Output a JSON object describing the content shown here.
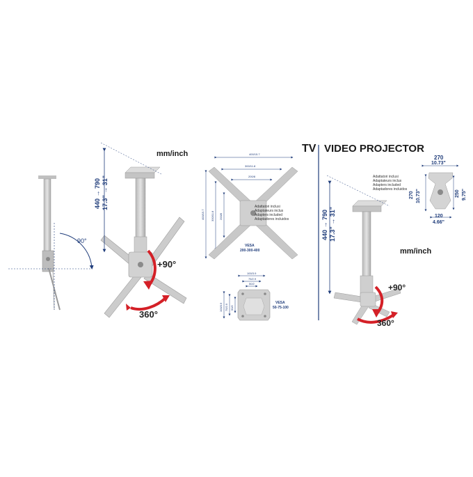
{
  "units": {
    "left": "mm/inch",
    "right": "mm/inch"
  },
  "sections": {
    "tv": "TV",
    "projector": "VIDEO PROJECTOR"
  },
  "tilt_label": "90°",
  "tv_mount": {
    "height_mm": "440 → 790",
    "height_in": "17.3\" → 31\"",
    "tilt": "+90°",
    "rotation": "360°"
  },
  "tv_plate": {
    "dim_top1": "400/15.7",
    "dim_top2": "300/11.8",
    "dim_top3": "200/8",
    "dim_side1": "400/15.7",
    "dim_side2": "300/11.8",
    "dim_side3": "200/8",
    "adapters": [
      "Adattatori inclusi",
      "Adaptateurs inclus",
      "Adapters included",
      "Adaptadores incluidos"
    ],
    "vesa_title": "VESA",
    "vesa_values": "200-300-400"
  },
  "small_plate": {
    "dim_top1": "100/3.9",
    "dim_top2": "75/2.9",
    "dim_top3": "50/2",
    "dim_side1": "100/3.9",
    "dim_side2": "75/2.9",
    "dim_side3": "50/2",
    "vesa_title": "VESA",
    "vesa_values": "50-75-100"
  },
  "projector_plate": {
    "width_mm": "270",
    "width_in": "10.73\"",
    "left_mm": "270",
    "left_in": "10.73\"",
    "right_mm": "250",
    "right_in": "9.75\"",
    "bottom_mm": "120",
    "bottom_in": "4.66\"",
    "adapters": [
      "Adattatori inclusi",
      "Adaptateurs inclus",
      "Adapters included",
      "Adaptadores incluidos"
    ]
  },
  "projector_mount": {
    "height_mm": "440 → 790",
    "height_in": "17.3\" → 31\"",
    "tilt": "+90°",
    "rotation": "360°"
  },
  "colors": {
    "navy": "#1f3c7a",
    "red": "#d42027",
    "metal": "#c9c9c9",
    "metal_dark": "#8a8a8a"
  }
}
